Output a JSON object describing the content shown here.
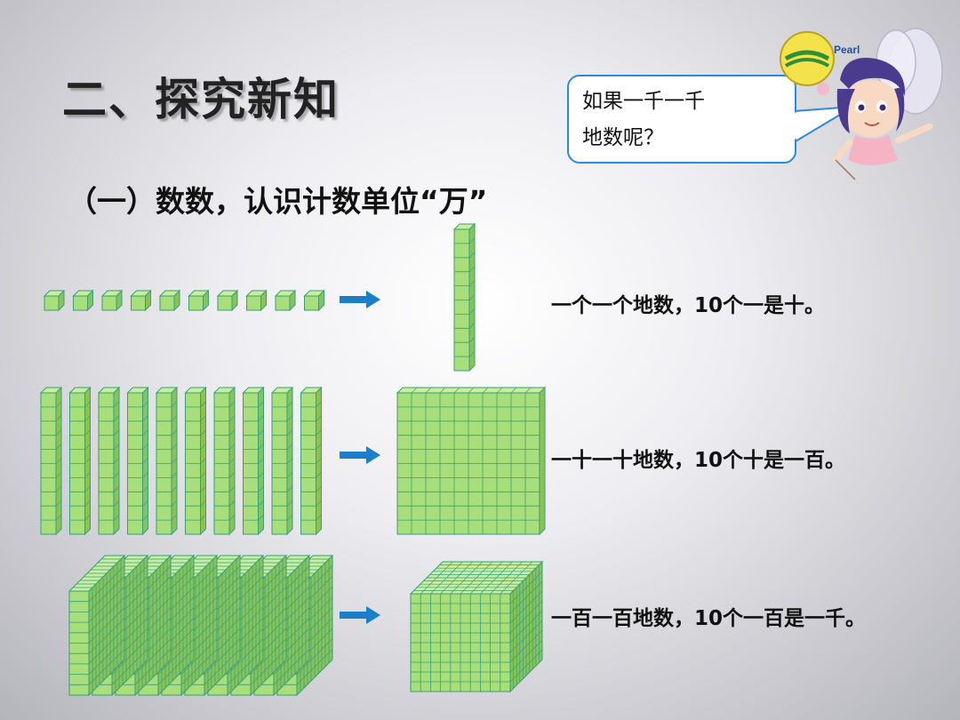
{
  "slide": {
    "title": "二、探究新知",
    "subtitle": "（一）数数，认识计数单位“万”",
    "bubble": {
      "line1": "如果一千一千",
      "line2": "地数呢？"
    },
    "rows": [
      {
        "text": "一个一个地数，10个一是十。"
      },
      {
        "text": "一十一十地数，10个十是一百。"
      },
      {
        "text": "一百一百地数，10个一百是一千。"
      }
    ],
    "logo": {
      "text": "Pearl"
    },
    "colors": {
      "block_face": "#a8df7a",
      "block_side": "#86c45a",
      "block_top": "#c7ef9f",
      "block_grid": "#3a9e7a",
      "arrow": "#1a7ec8",
      "bubble_border": "#2e8ad8"
    },
    "icons": {
      "arrow": "right-arrow-icon",
      "character": "fairy-girl-illustration",
      "logo": "pearl-logo-icon"
    }
  }
}
